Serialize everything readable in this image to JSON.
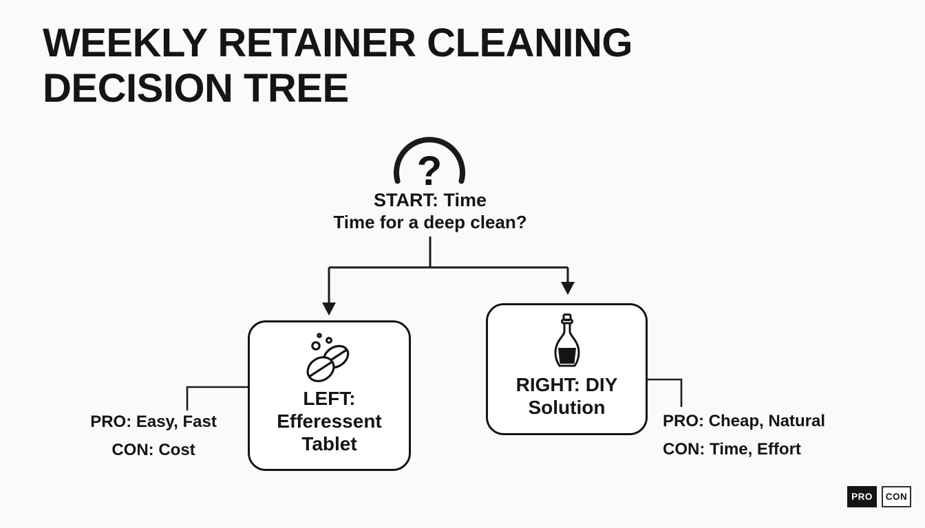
{
  "page": {
    "background_color": "#fafaf8",
    "ink_color": "#141414",
    "node_fill_color": "#ffffff"
  },
  "title": "WEEKLY RETAINER CLEANING\nDECISION TREE",
  "root": {
    "icon": "question-mark",
    "glyph": "?",
    "label": "START: Time",
    "question": "Time for a deep clean?"
  },
  "left_branch": {
    "icon": "effervescent-tablet",
    "label": "LEFT:\nEfferessent\nTablet",
    "pro": "PRO: Easy, Fast",
    "con": "CON: Cost"
  },
  "right_branch": {
    "icon": "diy-solution-bottle",
    "label": "RIGHT: DIY\nSolution",
    "pro": "PRO: Cheap, Natural",
    "con": "CON: Time, Effort"
  },
  "legend": {
    "pro_label": "PRO",
    "con_label": "CON"
  }
}
